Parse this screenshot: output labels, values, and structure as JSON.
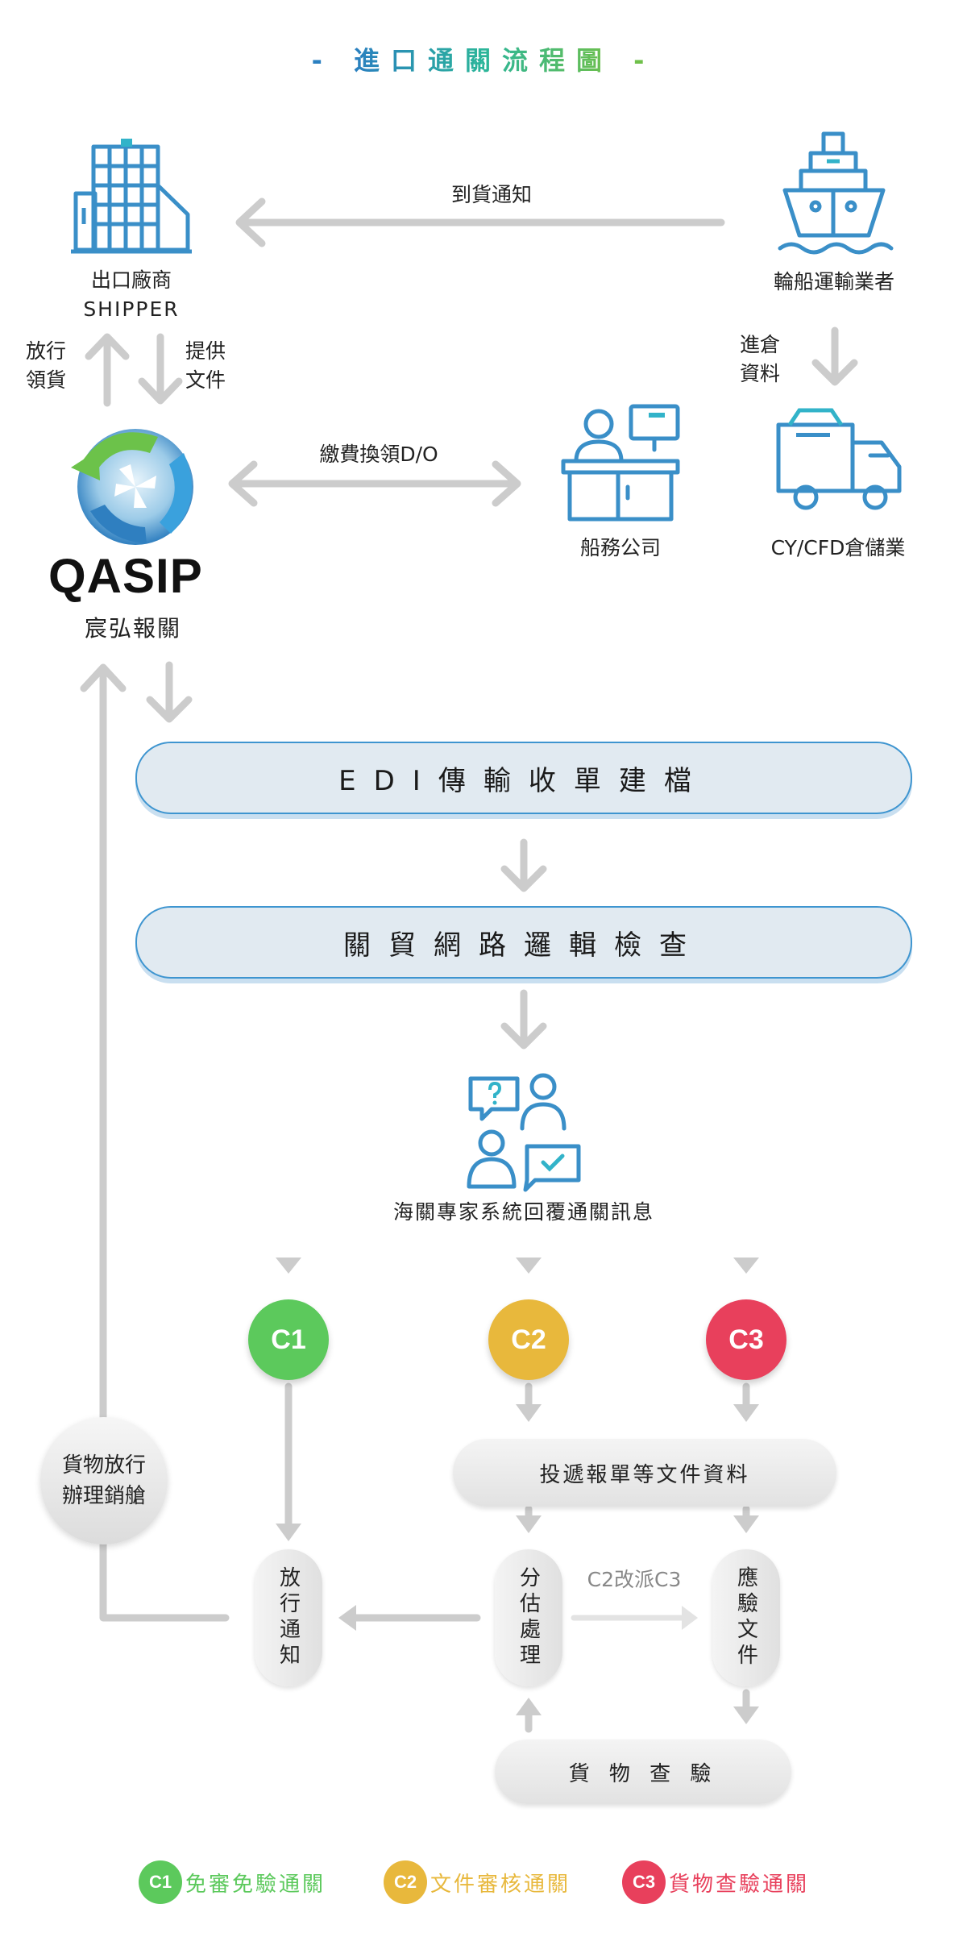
{
  "title": "進口通關流程圖",
  "nodes": {
    "shipper": {
      "line1": "出口廠商",
      "line2": "SHIPPER"
    },
    "carrier": "輪船運輸業者",
    "broker": {
      "logo": "QASIP",
      "name": "宸弘報關"
    },
    "shipping_agent": "船務公司",
    "warehouse": "CY/CFD倉儲業",
    "customs_expert": "海關專家系統回覆通關訊息"
  },
  "edge_labels": {
    "arrival_notice": "到貨通知",
    "release_pickup": {
      "line1": "放行",
      "line2": "領貨"
    },
    "provide_docs": {
      "line1": "提供",
      "line2": "文件"
    },
    "pay_do": "繳費換領D/O",
    "warehouse_data": {
      "line1": "進倉",
      "line2": "資料"
    },
    "c2_to_c3": "C2改派C3"
  },
  "steps": {
    "edi": "EDI傳輸收單建檔",
    "logic_check": "關貿網路邏輯檢查",
    "submit_docs": "投遞報單等文件資料",
    "release_notice": "放行通知",
    "assessment": "分估處理",
    "inspection_docs": "應驗文件",
    "cargo_inspection": "貨 物 查 驗",
    "release_warehouse": {
      "line1": "貨物放行",
      "line2": "辦理銷艙"
    }
  },
  "channels": [
    {
      "code": "C1",
      "label": "免審免驗通關",
      "color": "#5cc95c"
    },
    {
      "code": "C2",
      "label": "文件審核通關",
      "color": "#e8b83c"
    },
    {
      "code": "C3",
      "label": "貨物查驗通關",
      "color": "#e8405c"
    }
  ],
  "colors": {
    "icon_blue": "#3a8fc8",
    "icon_teal": "#32b3c9",
    "arrow_gray": "#cccccc",
    "bar_fill": "#e1eaf1",
    "bar_border": "#3e95d0"
  },
  "icons": [
    "building-icon",
    "ship-icon",
    "qasip-logo-icon",
    "reception-desk-icon",
    "truck-icon",
    "consultation-icon"
  ]
}
